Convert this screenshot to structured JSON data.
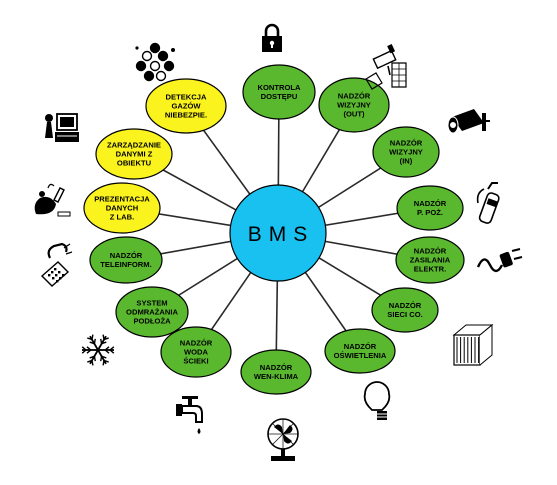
{
  "hub": {
    "label": "BMS",
    "color": "#19c1f0"
  },
  "colors": {
    "green": "#5ab82f",
    "yellow": "#fbf31e",
    "outline": "#000000",
    "spoke": "#2a2a2a"
  },
  "nodes": [
    {
      "id": "kontrola-dostepu",
      "color": "green",
      "lines": [
        "KONTROLA",
        "DOSTĘPU"
      ],
      "icon": "padlock-icon"
    },
    {
      "id": "nadzor-wizyjny-out",
      "color": "green",
      "lines": [
        "NADZÓR",
        "WIZYJNY",
        "(OUT)"
      ],
      "icon": "outdoor-camera-icon"
    },
    {
      "id": "nadzor-wizyjny-in",
      "color": "green",
      "lines": [
        "NADZÓR",
        "WIZYJNY",
        "(IN)"
      ],
      "icon": "indoor-camera-icon"
    },
    {
      "id": "nadzor-p-poz",
      "color": "green",
      "lines": [
        "NADZÓR",
        "P. POŻ."
      ],
      "icon": "fire-extinguisher-icon"
    },
    {
      "id": "nadzor-zasilania",
      "color": "green",
      "lines": [
        "NADZÓR",
        "ZASILANIA",
        "ELEKTR."
      ],
      "icon": "power-plug-icon"
    },
    {
      "id": "nadzor-sieci-co",
      "color": "green",
      "lines": [
        "NADZÓR",
        "SIECI CO."
      ],
      "icon": "radiator-icon"
    },
    {
      "id": "nadzor-oswietlenia",
      "color": "green",
      "lines": [
        "NADZÓR",
        "OŚWIETLENIA"
      ],
      "icon": "light-bulb-icon"
    },
    {
      "id": "nadzor-wen-klima",
      "color": "green",
      "lines": [
        "NADZÓR",
        "WEN-KLIMA"
      ],
      "icon": "fan-icon"
    },
    {
      "id": "nadzor-woda-scieki",
      "color": "green",
      "lines": [
        "NADZÓR",
        "WODA",
        "ŚCIEKI"
      ],
      "icon": "water-tap-icon"
    },
    {
      "id": "system-odmrazania",
      "color": "green",
      "lines": [
        "SYSTEM",
        "ODMRAŻANIA",
        "PODŁOŻA"
      ],
      "icon": "snowflake-icon"
    },
    {
      "id": "nadzor-teleinform",
      "color": "green",
      "lines": [
        "NADZÓR",
        "TELEINFORM."
      ],
      "icon": "telephone-icon"
    },
    {
      "id": "prezentacja-danych",
      "color": "yellow",
      "lines": [
        "PREZENTACJA",
        "DANYCH",
        "Z LAB."
      ],
      "icon": "microscope-icon"
    },
    {
      "id": "zarzadzanie-danymi",
      "color": "yellow",
      "lines": [
        "ZARZĄDZANIE",
        "DANYMI Z",
        "OBIEKTU"
      ],
      "icon": "computer-icon"
    },
    {
      "id": "detekcja-gazow",
      "color": "yellow",
      "lines": [
        "DETEKCJA",
        "GAZÓW",
        "NIEBEZPIE."
      ],
      "icon": "gas-molecule-icon"
    }
  ]
}
